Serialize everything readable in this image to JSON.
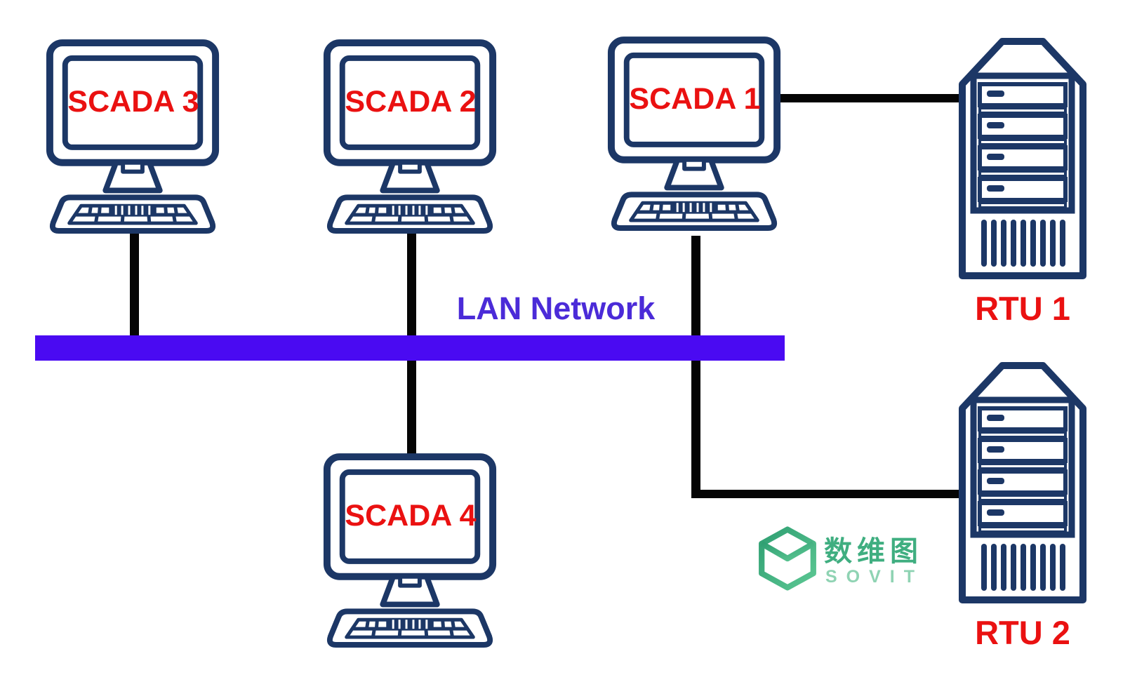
{
  "bus": {
    "label": "LAN Network",
    "bar_color": "#4a0af2",
    "label_color": "#4b2bd8"
  },
  "workstations": [
    {
      "id": "scada-3",
      "label": "SCADA 3"
    },
    {
      "id": "scada-2",
      "label": "SCADA 2"
    },
    {
      "id": "scada-1",
      "label": "SCADA 1"
    },
    {
      "id": "scada-4",
      "label": "SCADA 4"
    }
  ],
  "servers": [
    {
      "id": "rtu-1",
      "label": "RTU 1"
    },
    {
      "id": "rtu-2",
      "label": "RTU 2"
    }
  ],
  "connections": [
    "SCADA 3 - LAN bus",
    "SCADA 2 - LAN bus",
    "LAN bus - SCADA 4",
    "SCADA 1 - LAN bus - RTU 2",
    "SCADA 1 - RTU 1"
  ],
  "colors": {
    "icon_outline_navy": "#1c3766",
    "node_label_red": "#ea1111",
    "wire_black": "#050505"
  },
  "icon_names": {
    "workstation": "desktop-computer-icon",
    "server": "server-tower-icon",
    "logo": "sovit-cube-logo-icon"
  },
  "watermark": {
    "cjk": "数维图",
    "latin": "SOVIT",
    "color_primary": "#3fae80",
    "color_secondary": "#8fd3b3"
  }
}
